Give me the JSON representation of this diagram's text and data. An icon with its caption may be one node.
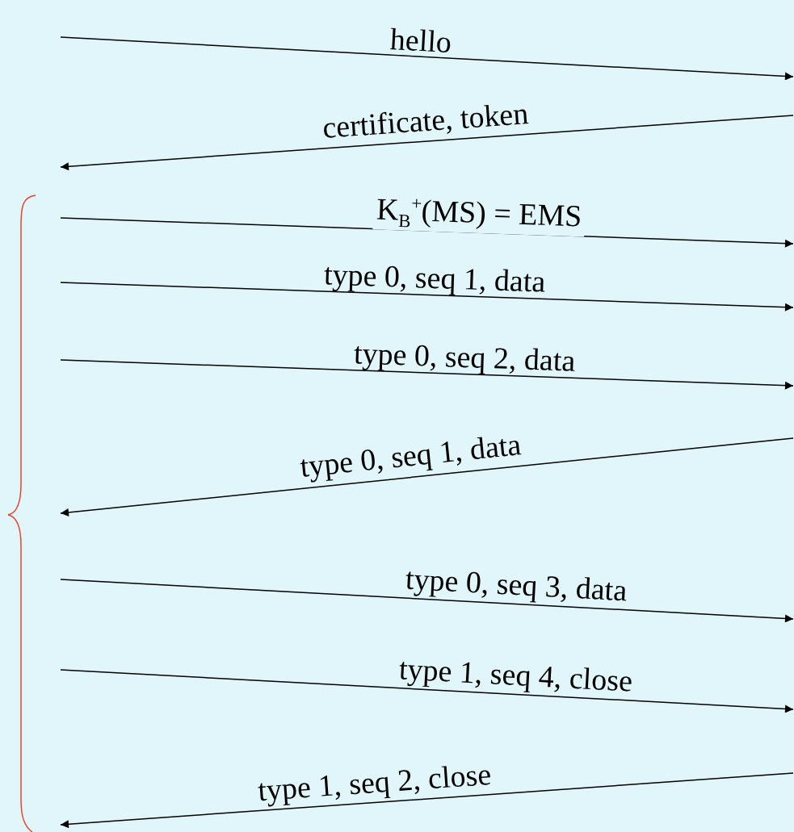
{
  "diagram": {
    "labels": [
      "hello",
      "certificate, token",
      "K$_{B}$$^{+}$(MS) = EMS",
      "type 0, seq 1, data",
      "type 0, seq 2, data",
      "type 0, seq 1, data",
      "type 0, seq 3, data",
      "type 1, seq 4, close",
      "type 1, seq 2, close"
    ]
  }
}
